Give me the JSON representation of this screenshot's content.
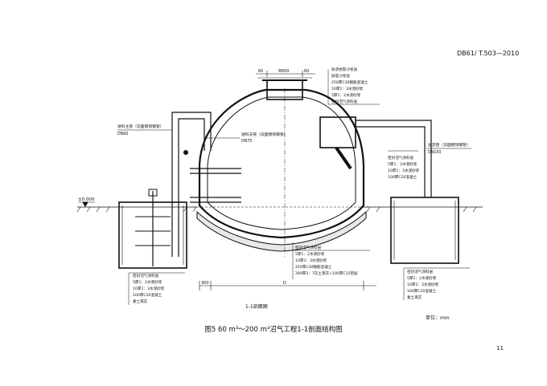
{
  "header": {
    "standard_code": "DB61/ T.503—2010"
  },
  "labels": {
    "top_layers": [
      "防渗抗裂沙浆层",
      "屏度沙浆层",
      "250厚C30钢筋混凝土",
      "10厚1：3水泥砂浆",
      "5厚1：2水泥砂浆",
      "密封沼气涂料层"
    ],
    "inlet_main": [
      "进料主管（双面镀锌钢管）",
      "DN90"
    ],
    "inlet_branch": [
      "进料支管（双面镀锌钢管）",
      "DN75"
    ],
    "overflow": [
      "溢流管（双面镀锌钢管）",
      "DN150"
    ],
    "outlet_tank_layers": [
      "密封沼气涂料层",
      "5厚1：2水泥砂浆",
      "10厚1：3水泥砂浆",
      "100厚C20混凝土"
    ],
    "bottom_layers": [
      "密封沼气涂料层",
      "5厚1：2水泥砂浆",
      "10厚1：3水泥砂浆",
      "250厚C30钢筋混凝土",
      "300厚3：7灰土夷实+100厚C15垫层"
    ],
    "inlet_tank_layers": [
      "密封沼气涂料层",
      "5厚1：2水泥砂浆",
      "10厚1：3水泥砂浆",
      "100厚C20混凝土",
      "素土夷实"
    ],
    "outlet_tank_bottom": [
      "密封沼气涂料层",
      "5厚1：2水泥砂浆",
      "10厚1：3水泥砂浆",
      "100厚C20混凝土",
      "素土夷实"
    ],
    "elevation": "±0.000",
    "dim_top": [
      "60",
      "Φ600",
      "60"
    ],
    "dim_bottom": [
      "300",
      "D"
    ]
  },
  "footer": {
    "section_title": "1-1剖面图",
    "unit": "单位：mm",
    "figure_title": "图5  60 m³～200 m³沼气工程1-1剖面结构图",
    "page_number": "11"
  }
}
